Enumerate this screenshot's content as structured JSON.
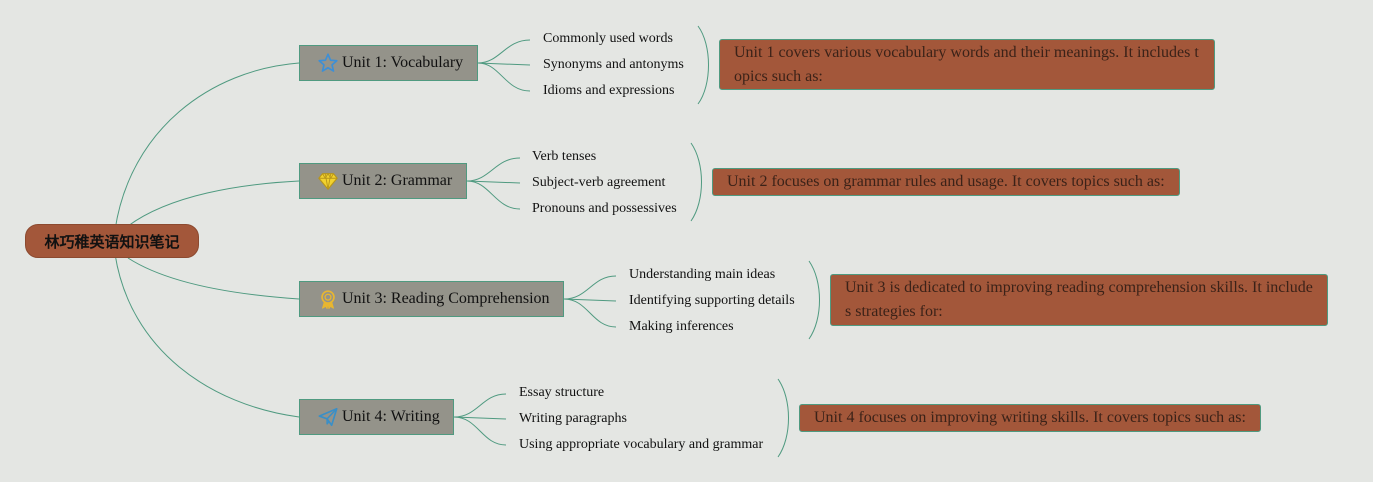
{
  "root": {
    "label": "林巧稚英语知识笔记"
  },
  "units": [
    {
      "title": "Unit 1: Vocabulary",
      "icon": "star-icon",
      "items": [
        "Commonly used words",
        "Synonyms and antonyms",
        "Idioms and expressions"
      ],
      "description": "Unit 1 covers various vocabulary words and their meanings. It includes topics such as:"
    },
    {
      "title": "Unit 2: Grammar",
      "icon": "diamond-icon",
      "items": [
        "Verb tenses",
        "Subject-verb agreement",
        "Pronouns and possessives"
      ],
      "description": "Unit 2 focuses on grammar rules and usage. It covers topics such as:"
    },
    {
      "title": "Unit 3: Reading Comprehension",
      "icon": "award-badge-icon",
      "items": [
        "Understanding main ideas",
        "Identifying supporting details",
        "Making inferences"
      ],
      "description": "Unit 3 is dedicated to improving reading comprehension skills. It includes strategies for:"
    },
    {
      "title": "Unit 4: Writing",
      "icon": "paper-plane-icon",
      "items": [
        "Essay structure",
        "Writing paragraphs",
        "Using appropriate vocabulary and grammar"
      ],
      "description": "Unit 4 focuses on improving writing skills. It covers topics such as:"
    }
  ],
  "colors": {
    "background": "#e4e6e3",
    "root_fill": "#a3573a",
    "unit_fill": "#94938a",
    "connector": "#4f9a80",
    "description_fill": "#a3573a",
    "star_icon": "#3d8fd6",
    "diamond_icon": "#f2d22e",
    "award_icon": "#e8b630",
    "plane_icon": "#3a8fc7"
  }
}
